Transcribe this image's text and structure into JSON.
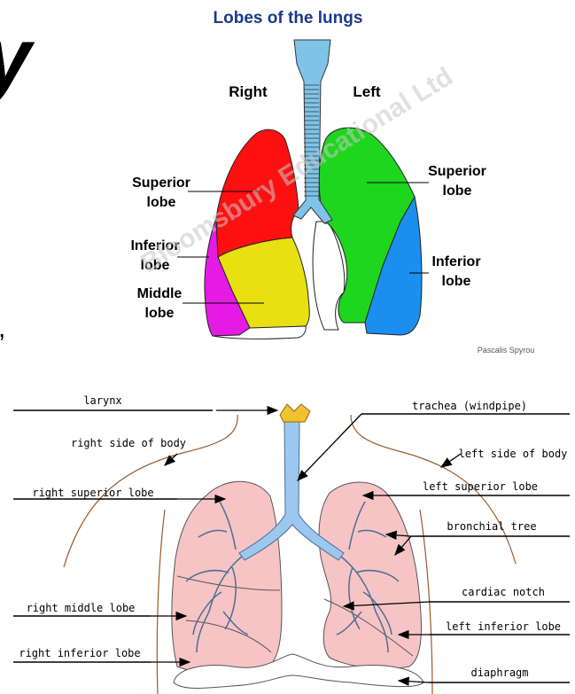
{
  "top_diagram": {
    "title": "Lobes of the lungs",
    "side_right": "Right",
    "side_left": "Left",
    "right_superior": [
      "Superior",
      "lobe"
    ],
    "right_inferior": [
      "Inferior",
      "lobe"
    ],
    "right_middle": [
      "Middle",
      "lobe"
    ],
    "left_superior": [
      "Superior",
      "lobe"
    ],
    "left_inferior": [
      "Inferior",
      "lobe"
    ],
    "credit": "Pascalis Spyrou",
    "watermark": "Bloomsbury Educational Ltd",
    "partial_glyph": "y",
    "colors": {
      "right_superior": "#ff1010",
      "right_inferior": "#e51be5",
      "right_middle": "#e8e010",
      "left_superior": "#1fd61f",
      "left_inferior": "#1a8fef",
      "trachea": "#7fc3e8"
    }
  },
  "bottom_diagram": {
    "labels_left": {
      "larynx": "larynx",
      "right_side": "right side of body",
      "right_superior": "right superior lobe",
      "right_middle": "right middle lobe",
      "right_inferior": "right inferior lobe"
    },
    "labels_right": {
      "trachea": "trachea (windpipe)",
      "left_side": "left side of body",
      "left_superior": "left superior lobe",
      "bronchial_tree": "bronchial tree",
      "cardiac_notch": "cardiac notch",
      "left_inferior": "left inferior lobe",
      "diaphragm": "diaphragm"
    },
    "colors": {
      "lung": "#f6c4c4",
      "airway": "#9cc8f0",
      "larynx": "#f2c12e",
      "body_line": "#9b5a2a"
    }
  }
}
